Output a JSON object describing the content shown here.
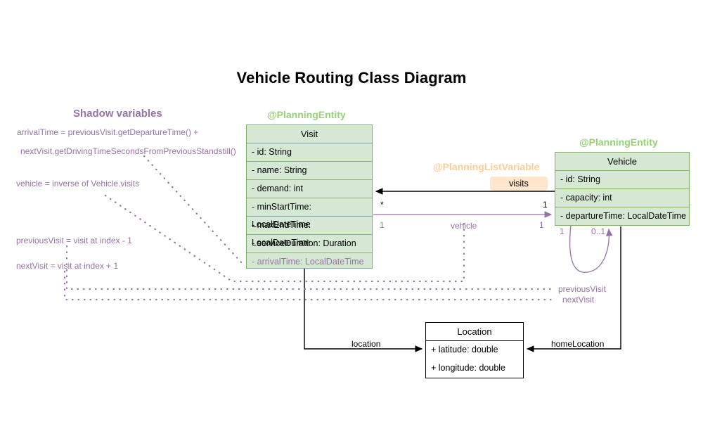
{
  "title": "Vehicle Routing Class Diagram",
  "colors": {
    "entity_fill": "#d5e8d4",
    "entity_stroke": "#82b366",
    "stereotype_green": "#97d077",
    "stereotype_orange": "#ffcc99",
    "shadow_purple": "#9673a6",
    "badge_fill": "#ffe6cc",
    "plain_stroke": "#000000"
  },
  "classes": {
    "visit": {
      "stereotype": "@PlanningEntity",
      "name": "Visit",
      "attributes": [
        {
          "text": "- id: String",
          "shadow": false
        },
        {
          "text": "- name: String",
          "shadow": false
        },
        {
          "text": "- demand: int",
          "shadow": false
        },
        {
          "text": "- minStartTime: LocalDateTime",
          "shadow": false
        },
        {
          "text": "- maxEndTime: LocalDateTime",
          "shadow": false
        },
        {
          "text": "- serviceDuration: Duration",
          "shadow": false
        },
        {
          "text": "- arrivalTime: LocalDateTime",
          "shadow": true
        }
      ]
    },
    "vehicle": {
      "stereotype": "@PlanningEntity",
      "name": "Vehicle",
      "attributes": [
        {
          "text": "- id: String",
          "shadow": false
        },
        {
          "text": "- capacity: int",
          "shadow": false
        },
        {
          "text": "- departureTime: LocalDateTime",
          "shadow": false
        }
      ]
    },
    "location": {
      "name": "Location",
      "attributes": [
        {
          "text": "+ latitude: double",
          "shadow": false
        },
        {
          "text": "+ longitude: double",
          "shadow": false
        }
      ]
    }
  },
  "shadow_panel": {
    "heading": "Shadow variables",
    "notes": [
      "arrivalTime = previousVisit.getDepartureTime() +",
      "nextVisit.getDrivingTimeSecondsFromPreviousStandstill()",
      "vehicle = inverse of Vehicle.visits",
      "previousVisit = visit at index - 1",
      "nextVisit = visit at index + 1"
    ]
  },
  "associations": {
    "visits": {
      "stereotype": "@PlanningListVariable",
      "badge_label": "visits",
      "source_multiplicity": "1",
      "target_multiplicity": "*"
    },
    "vehicle": {
      "label": "vehicle",
      "source_multiplicity": "1",
      "target_multiplicity": "1"
    },
    "self_loop": {
      "left_multiplicity": "1",
      "right_multiplicity": "0..1"
    },
    "location": {
      "label": "location"
    },
    "home_location": {
      "label": "homeLocation"
    },
    "previous_visit": {
      "label": "previousVisit"
    },
    "next_visit": {
      "label": "nextVisit"
    }
  }
}
